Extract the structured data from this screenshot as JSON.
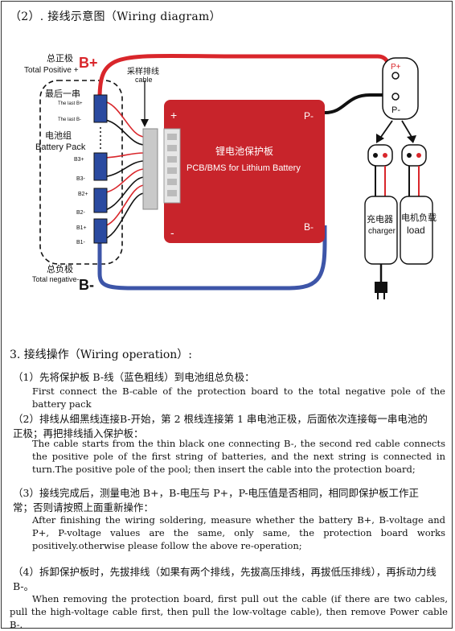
{
  "header": {
    "title": "（2）. 接线示意图（Wiring diagram）"
  },
  "diagram": {
    "total_positive_zh": "总正极",
    "total_positive_en": "Total Positive +",
    "b_plus": "B+",
    "b_minus": "B-",
    "last_string_zh": "最后一串",
    "last_b_plus": "The last B+",
    "last_b_minus": "The last B-",
    "battery_pack_zh": "电池组",
    "battery_pack_en": "Battery Pack",
    "cable_zh": "采样排线",
    "cable_en": "cable",
    "cell_labels": [
      "B3+",
      "B3-",
      "B2+",
      "B2-",
      "B1+",
      "B1-"
    ],
    "total_negative_zh": "总负极",
    "total_negative_en": "Total negative-",
    "board_plus": "+",
    "board_minus": "-",
    "board_p_minus": "P-",
    "board_b_minus": "B-",
    "board_title_zh": "锂电池保护板",
    "board_title_en": "PCB/BMS for Lithium Battery",
    "p_plus": "P+",
    "p_minus": "P-",
    "charger_zh": "充电器",
    "charger_en": "charger",
    "load_zh": "电机负载",
    "load_en": "load",
    "colors": {
      "red": "#d9262b",
      "blue": "#3d55a8",
      "board": "#c8242b",
      "black": "#111111"
    }
  },
  "section3": {
    "title": "3. 接线操作（Wiring operation）:",
    "steps": [
      {
        "zh": "（1）先将保护板 B-线（蓝色粗线）到电池组总负极：",
        "en": "First connect the B-cable of the protection board to the total negative pole of the battery pack"
      },
      {
        "zh": "（2）排线从细黑线连接B-开始，第 2 根线连接第 1 串电池正极，后面依次连接每一串电池的正极；再把排线插入保护板：",
        "en": "The cable starts from the thin black one connecting B-, the second red cable connects the positive pole of the first string of batteries, and the next string is connected in turn.The positive pole of the pool; then insert the cable into the protection board;"
      },
      {
        "zh": "（3）接线完成后，测量电池 B+，B-电压与 P+，P-电压值是否相同，相同即保护板工作正常；否则请按照上面重新操作：",
        "en": "After finishing the wiring soldering, measure whether the battery B+, B-voltage and P+, P-voltage values are the same, only same, the protection board works positively.otherwise please follow the above re-operation;"
      },
      {
        "zh": "（4）拆卸保护板时，先拔排线（如果有两个排线，先拔高压排线，再拔低压排线），再拆动力线 B-。",
        "en": "When removing the protection board, first pull out the cable (if there are two cables, pull the high-voltage cable first, then pull the low-voltage cable), then remove Power cable B-."
      }
    ]
  }
}
